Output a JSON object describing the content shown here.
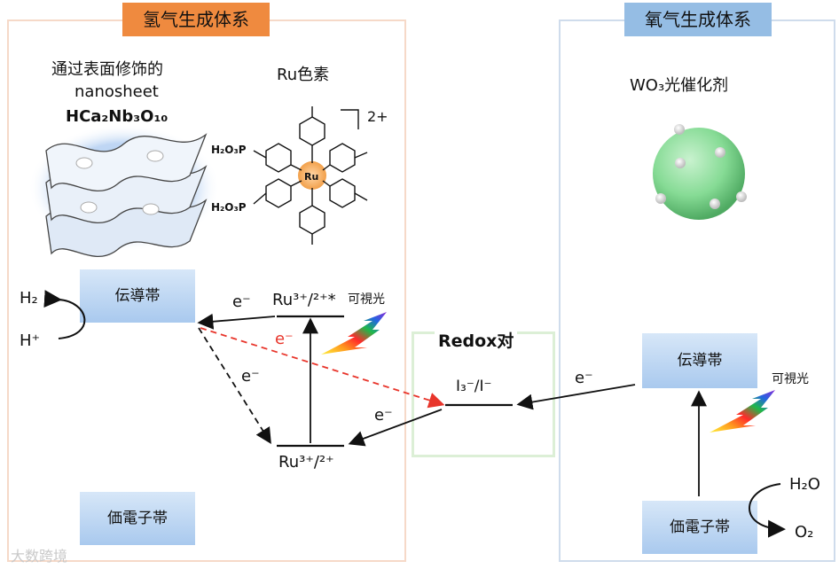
{
  "hydrogen_system": {
    "title": "氢气生成体系",
    "nanosheet_caption_line1": "通过表面修饰的",
    "nanosheet_caption_line2": "nanosheet",
    "formula": "HCa₂Nb₃O₁₀",
    "dye_caption": "Ru色素",
    "dye_charge": "2+",
    "dye_center": "Ru",
    "dye_ligand": "H₂O₃P",
    "conduction_band": "伝導帯",
    "valence_band": "価電子帯",
    "h2": "H₂",
    "h_plus": "H⁺",
    "ru_excited": "Ru³⁺/²⁺*",
    "ru_ground": "Ru³⁺/²⁺",
    "visible_light": "可視光",
    "e_minus": "e⁻"
  },
  "redox": {
    "title": "Redox对",
    "couple": "I₃⁻/I⁻"
  },
  "oxygen_system": {
    "title": "氧气生成体系",
    "catalyst": "WO₃光催化剂",
    "conduction_band": "伝導帯",
    "valence_band": "価電子帯",
    "visible_light": "可視光",
    "h2o": "H₂O",
    "o2": "O₂",
    "e_minus": "e⁻"
  },
  "watermark": "大数跨境",
  "colors": {
    "hydrogen_header": "#ef8a3f",
    "oxygen_header": "#95bde4",
    "arrow_red": "#e8352b",
    "sphere_green": "#7fd98f"
  }
}
